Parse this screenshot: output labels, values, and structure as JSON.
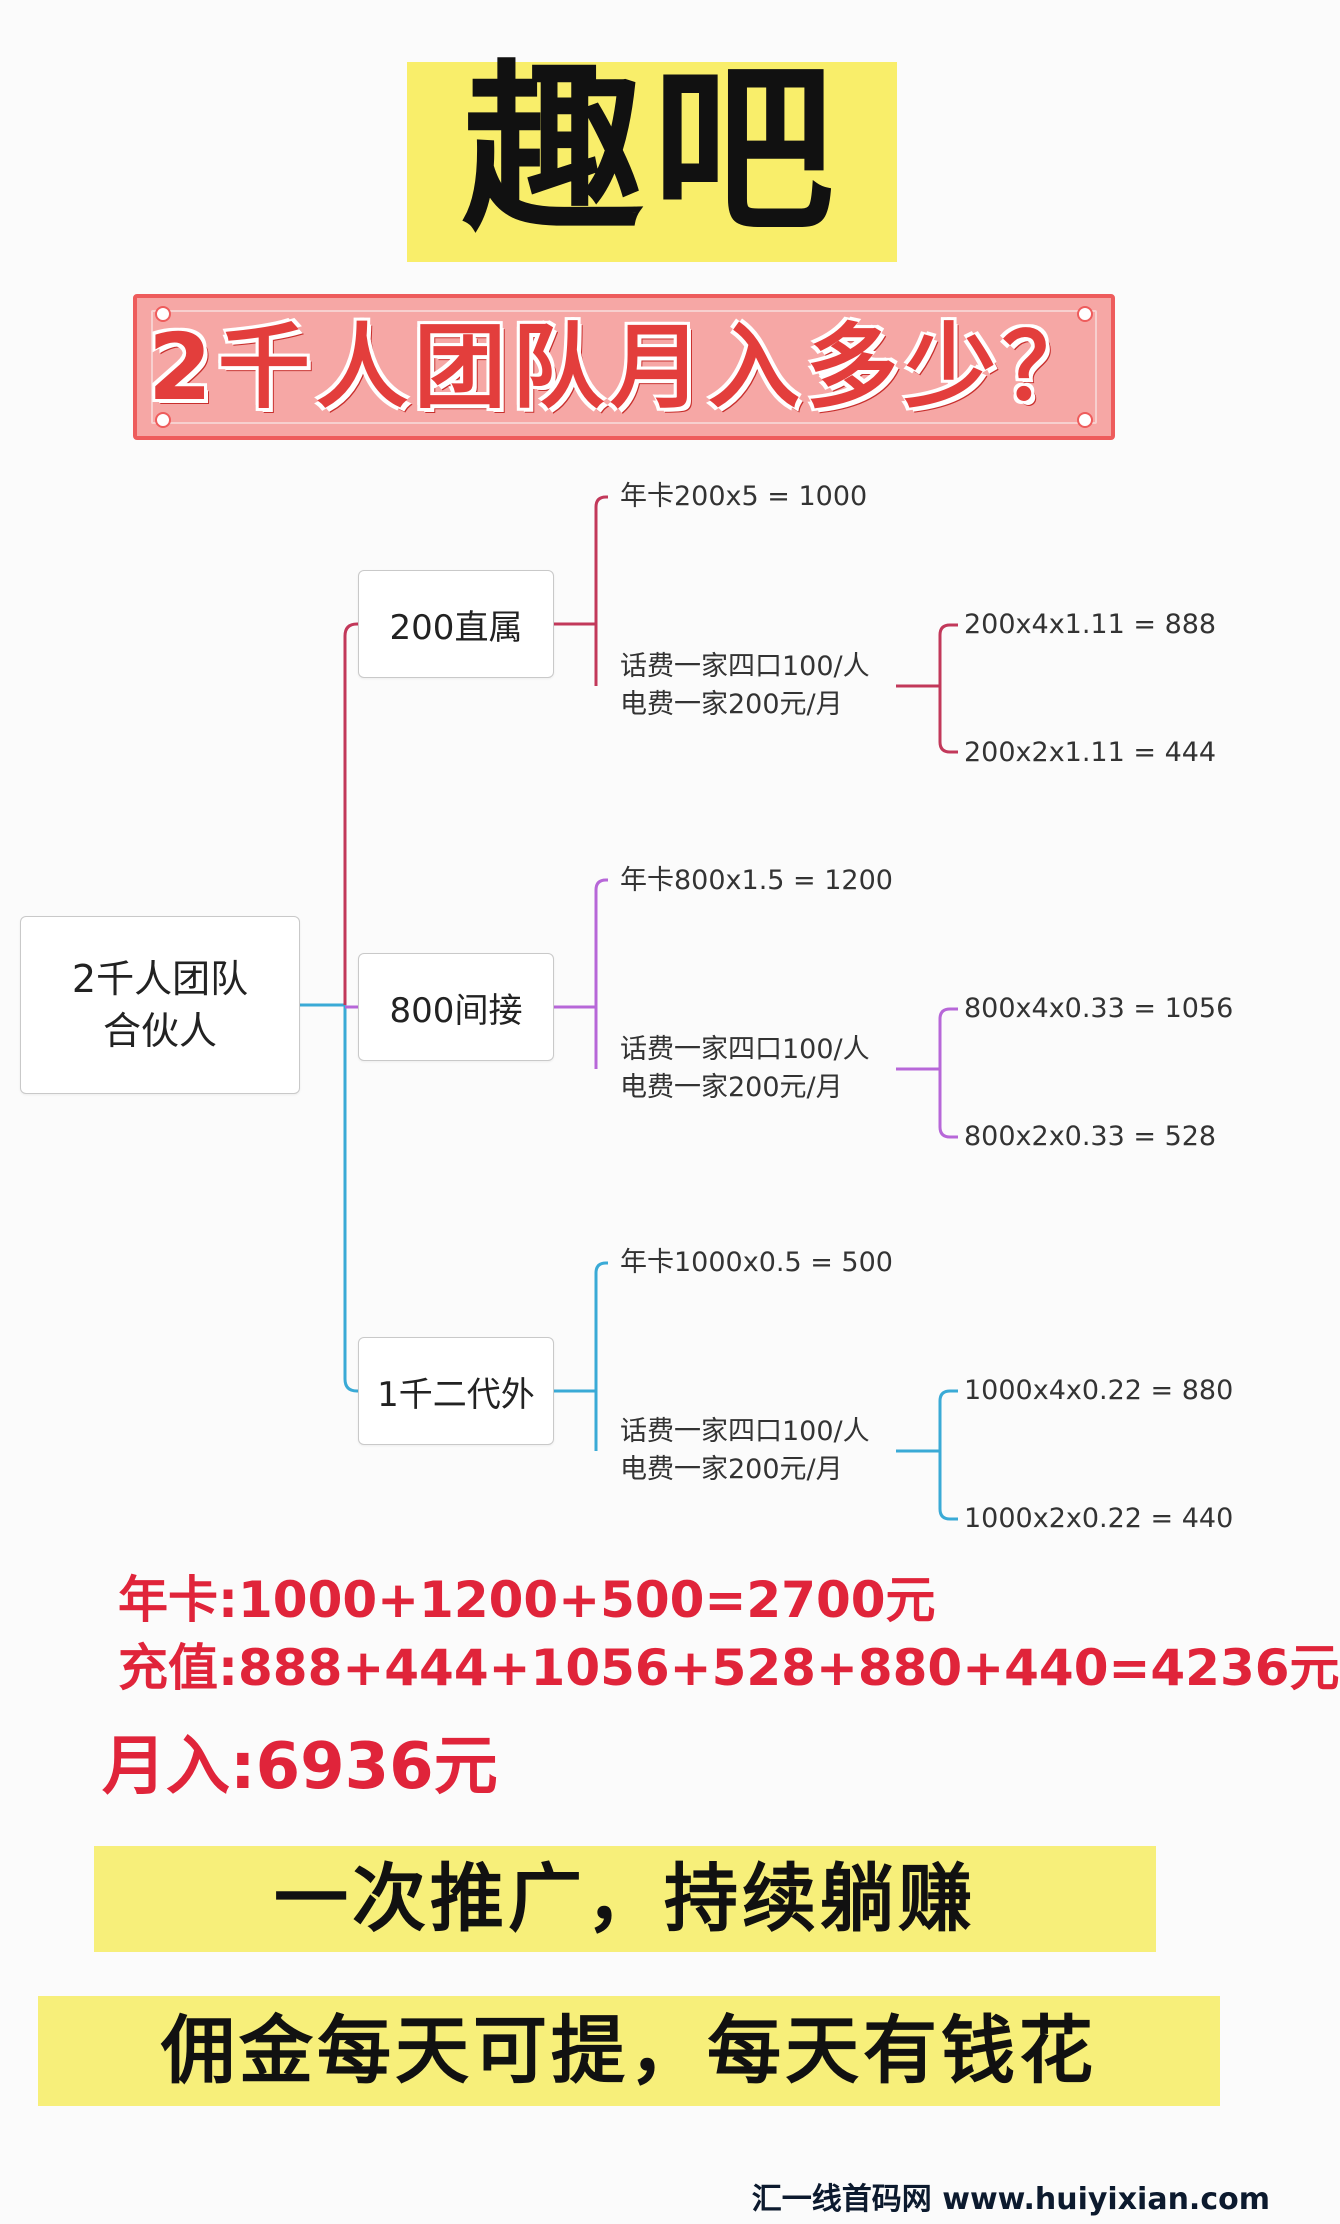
{
  "header": {
    "title": "趣吧",
    "banner": "2千人团队月入多少？"
  },
  "map": {
    "root": {
      "line1": "2千人团队",
      "line2": "合伙人"
    },
    "branches": [
      {
        "label": "200直属",
        "color": "#c2385a",
        "annual": "年卡200x5 = 1000",
        "fee_line1": "话费一家四口100/人",
        "fee_line2": "电费一家200元/月",
        "calc1": "200x4x1.11 = 888",
        "calc2": "200x2x1.11 = 444"
      },
      {
        "label": "800间接",
        "color": "#b767d8",
        "annual": "年卡800x1.5 = 1200",
        "fee_line1": "话费一家四口100/人",
        "fee_line2": "电费一家200元/月",
        "calc1": "800x4x0.33 = 1056",
        "calc2": "800x2x0.33 = 528"
      },
      {
        "label": "1千二代外",
        "color": "#3aaad6",
        "annual": "年卡1000x0.5 = 500",
        "fee_line1": "话费一家四口100/人",
        "fee_line2": "电费一家200元/月",
        "calc1": "1000x4x0.22 = 880",
        "calc2": "1000x2x0.22 = 440"
      }
    ]
  },
  "totals": {
    "annual": "年卡:1000+1200+500=2700元",
    "recharge": "充值:888+444+1056+528+880+440=4236元",
    "monthly": "月入:6936元"
  },
  "slogans": {
    "line1": "一次推广，持续躺赚",
    "line2": "佣金每天可提，每天有钱花"
  },
  "watermark": "汇一线首码网 www.huiyixian.com",
  "colors": {
    "highlight": "#f9ee6a",
    "accent_red": "#e0243a",
    "banner_red": "#ee5c5c"
  }
}
